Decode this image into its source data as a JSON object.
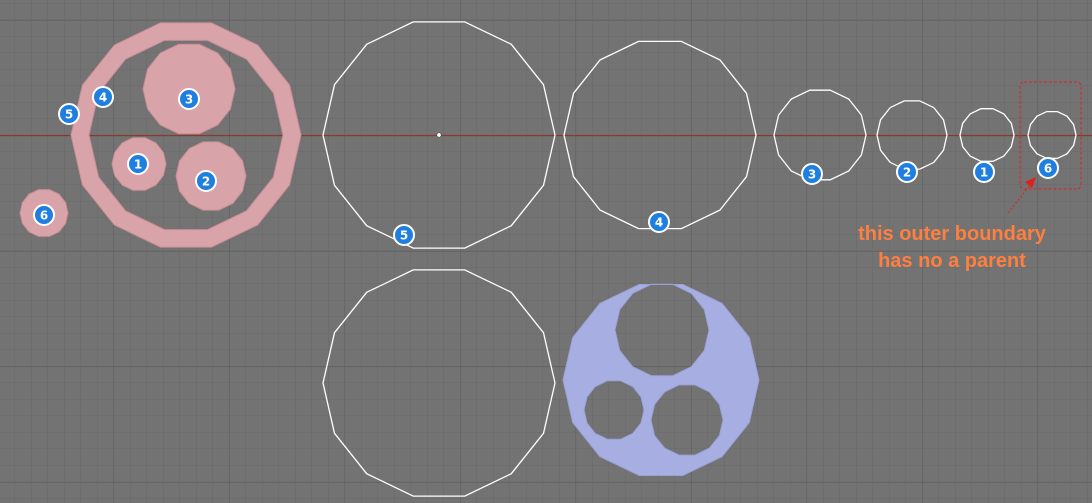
{
  "colors": {
    "background": "#737373",
    "grid_minor": "#6b6b6b",
    "grid_major": "#5f5f5f",
    "axis_line": "#8a3a2a",
    "pink_fill": "#d9a3aa",
    "blue_fill": "#a6aee2",
    "outline": "#ffffff",
    "badge_fill": "#1f7fe0",
    "badge_border": "#ffffff",
    "annotation": "#ff7f3f",
    "marker": "#e02020"
  },
  "badges": [
    {
      "id": "badge-4-pink",
      "label": "4"
    },
    {
      "id": "badge-5-pink",
      "label": "5"
    },
    {
      "id": "badge-3-pink",
      "label": "3"
    },
    {
      "id": "badge-1-pink",
      "label": "1"
    },
    {
      "id": "badge-2-pink",
      "label": "2"
    },
    {
      "id": "badge-6-pink",
      "label": "6"
    },
    {
      "id": "badge-5-outline",
      "label": "5"
    },
    {
      "id": "badge-4-outline",
      "label": "4"
    },
    {
      "id": "badge-3-outline",
      "label": "3"
    },
    {
      "id": "badge-2-outline",
      "label": "2"
    },
    {
      "id": "badge-1-outline",
      "label": "1"
    },
    {
      "id": "badge-6-outline",
      "label": "6"
    }
  ],
  "annotation": {
    "line1": "this outer boundary",
    "line2": "has no a parent"
  }
}
